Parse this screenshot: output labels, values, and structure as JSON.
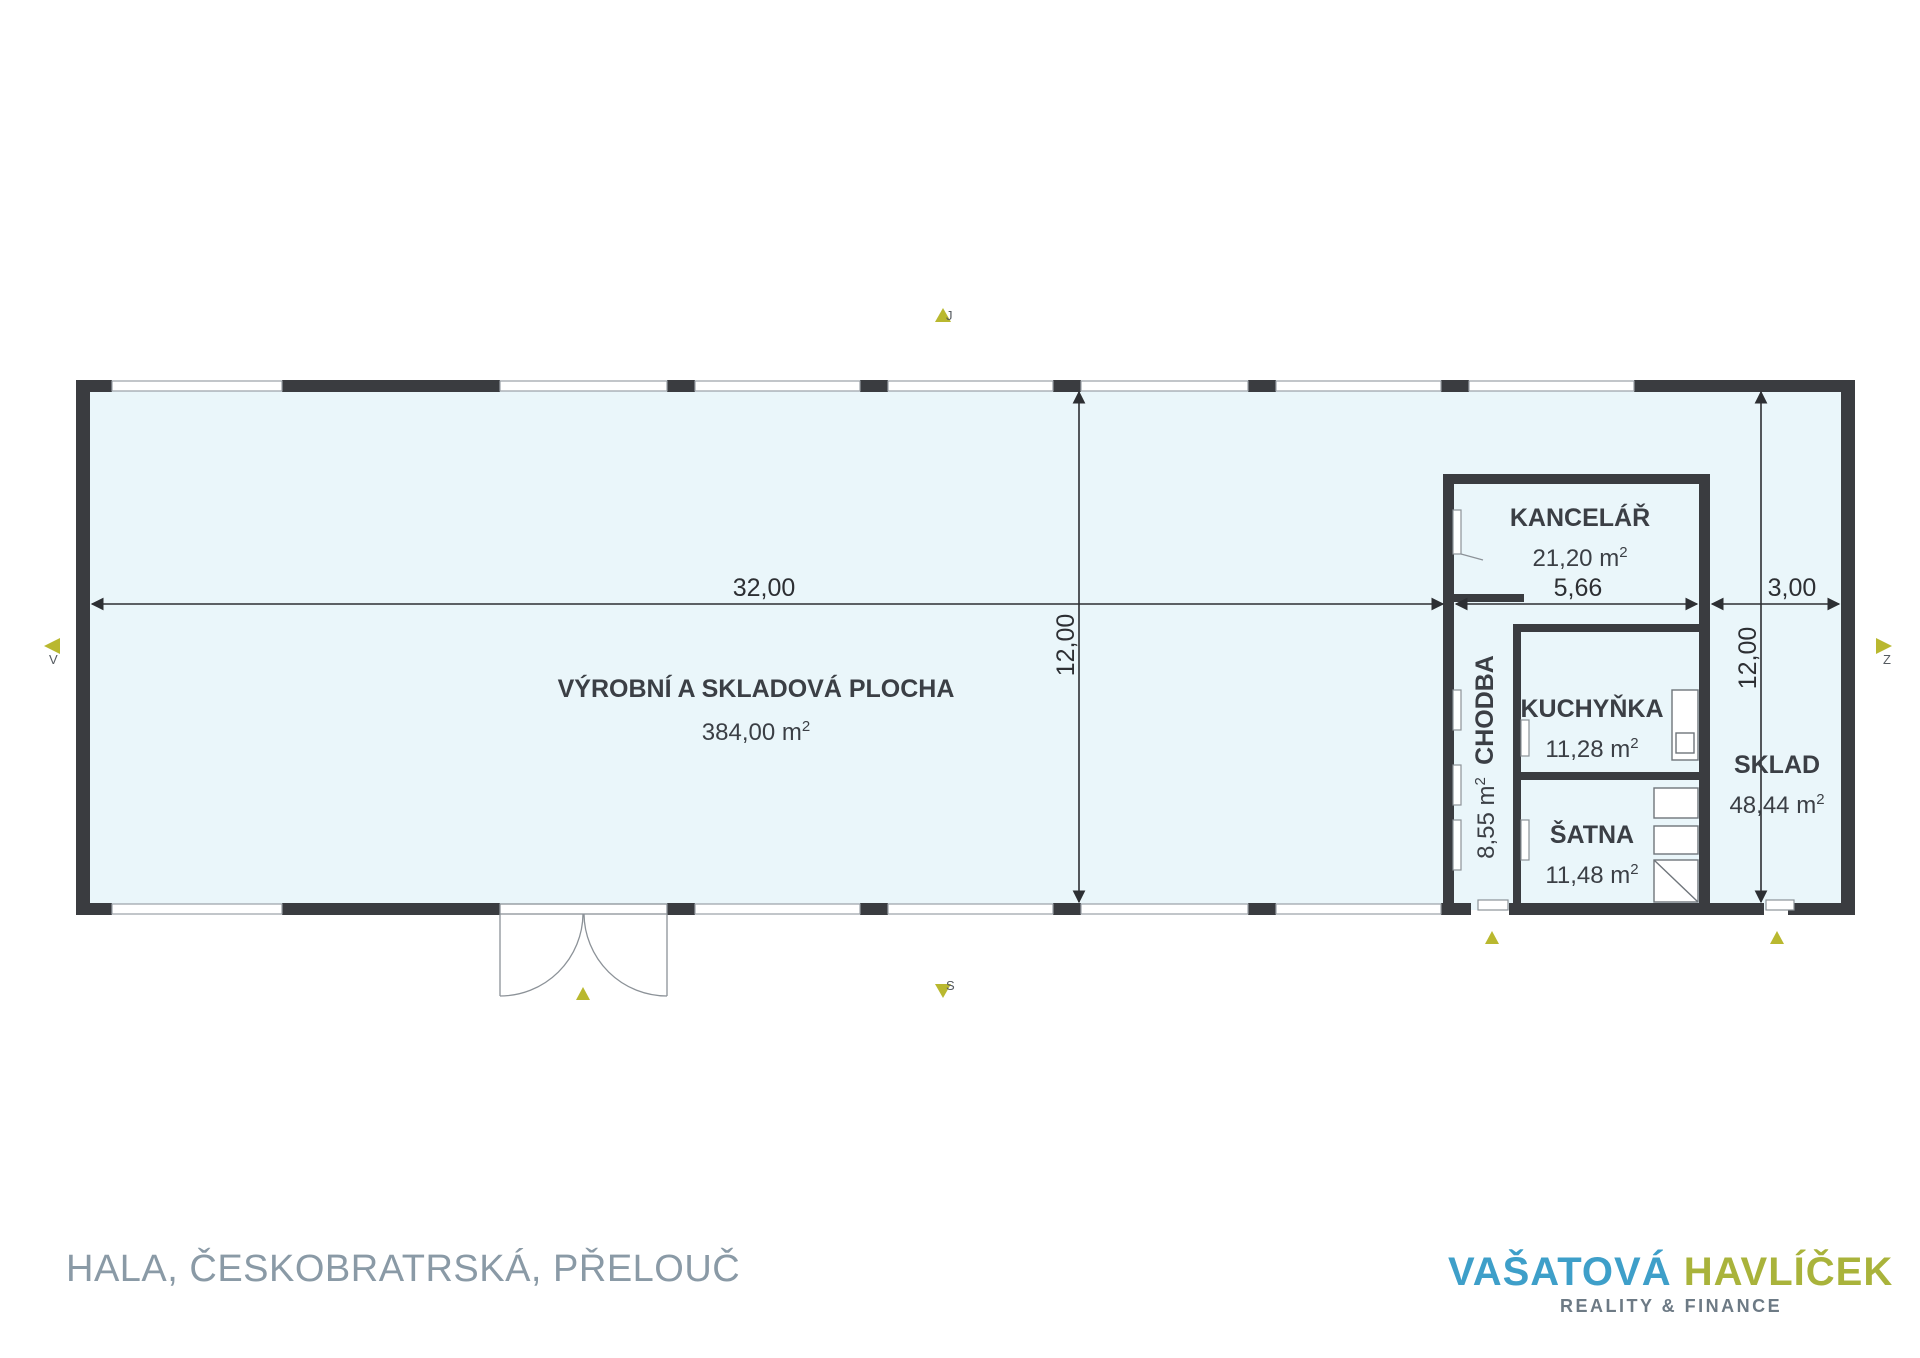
{
  "rooms": {
    "hall": {
      "name": "VÝROBNÍ A SKLADOVÁ PLOCHA",
      "area_value": "384,00",
      "area_unit": "m",
      "area_sup": "2"
    },
    "office": {
      "name": "KANCELÁŘ",
      "area_value": "21,20",
      "area_unit": "m",
      "area_sup": "2"
    },
    "corridor": {
      "name": "CHODBA",
      "area_value": "8,55",
      "area_unit": "m",
      "area_sup": "2"
    },
    "kitchen": {
      "name": "KUCHYŇKA",
      "area_value": "11,28",
      "area_unit": "m",
      "area_sup": "2"
    },
    "wardrobe": {
      "name": "ŠATNA",
      "area_value": "11,48",
      "area_unit": "m",
      "area_sup": "2"
    },
    "storage": {
      "name": "SKLAD",
      "area_value": "48,44",
      "area_unit": "m",
      "area_sup": "2"
    }
  },
  "dimensions": {
    "length_main": "32,00",
    "width_main": "12,00",
    "office_width": "5,66",
    "storage_width": "3,00",
    "storage_depth": "12,00"
  },
  "compass": {
    "north_label": "J",
    "south_label": "S",
    "west_label": "V",
    "east_label": "Z"
  },
  "footer": {
    "title": "HALA, ČESKOBRATRSKÁ, PŘELOUČ"
  },
  "logo": {
    "brand_part1": "VAŠATOVÁ",
    "brand_part2": "HAVLÍČEK",
    "subtitle": "REALITY & FINANCE"
  },
  "colors": {
    "floor_fill": "#eaf6fa",
    "wall": "#3a3c40",
    "marker_olive": "#b9b82f",
    "logo_blue": "#3e9fc9",
    "logo_green": "#a9b33b",
    "footer_text": "#8a9aa6"
  }
}
